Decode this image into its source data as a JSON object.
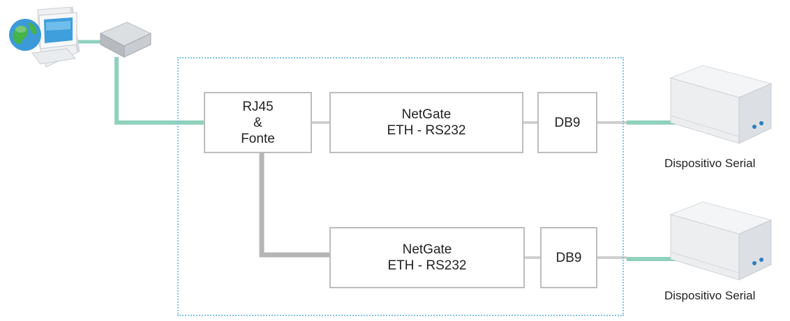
{
  "diagram": {
    "rj45_box": "RJ45\n&\nFonte",
    "netgate_top": "NetGate\nETH - RS232",
    "db9_top": "DB9",
    "netgate_bottom": "NetGate\nETH - RS232",
    "db9_bottom": "DB9",
    "device_top_label": "Dispositivo Serial",
    "device_bottom_label": "Dispositivo Serial"
  },
  "icons": {
    "computer": "computer-globe-icon",
    "network_switch": "network-switch-icon",
    "serial_device": "serial-device-icon"
  },
  "colors": {
    "ethernet_link": "#8fd1bd",
    "internal_link": "#cfcfcf",
    "power_link": "#b5b5b5",
    "enclosure_border": "#7ec3e6",
    "box_border": "#bdbdbd"
  }
}
